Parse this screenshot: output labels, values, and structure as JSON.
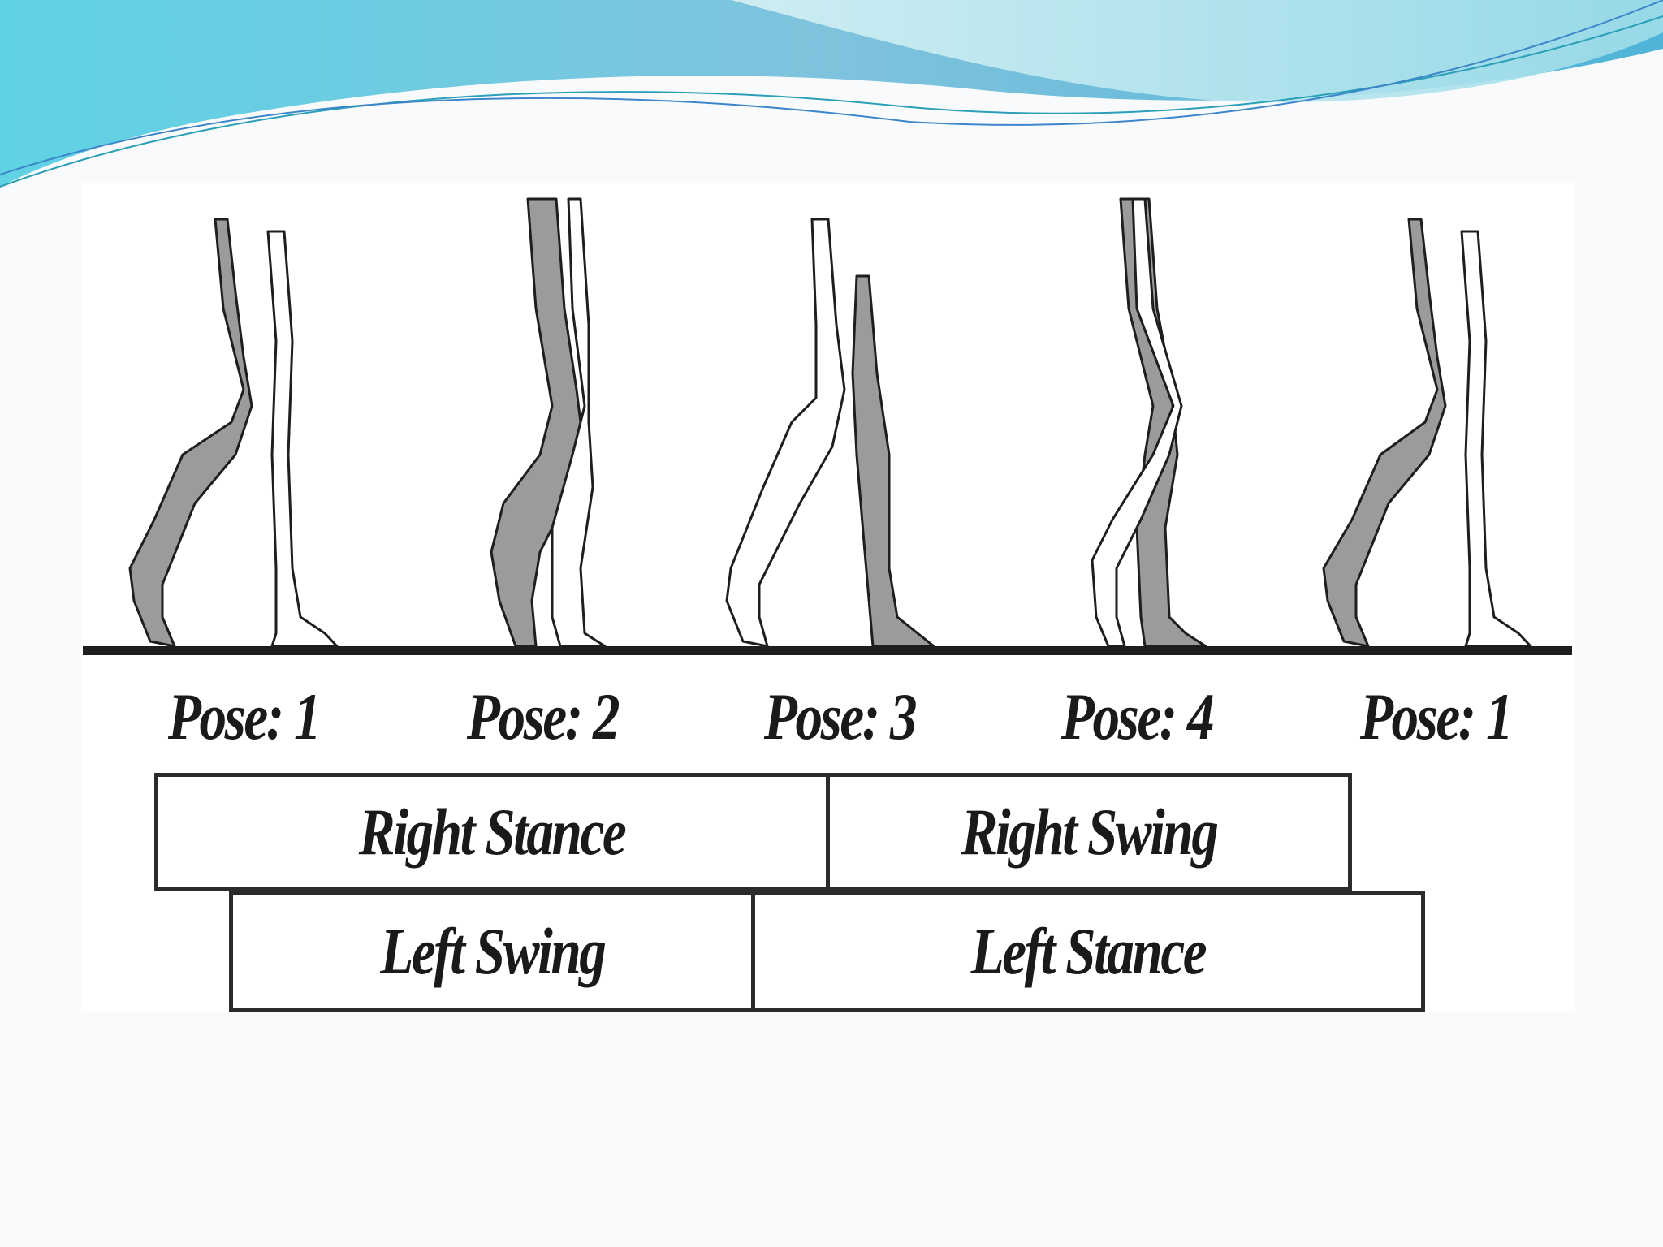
{
  "colors": {
    "wave_light": "#b7e6ee",
    "wave_mid": "#7fc7e0",
    "wave_dark": "#3aa8c9",
    "leg_shaded": "#9b9b9b",
    "ground": "#1e1e1e"
  },
  "poses": [
    {
      "label": "Pose: 1"
    },
    {
      "label": "Pose: 2"
    },
    {
      "label": "Pose: 3"
    },
    {
      "label": "Pose: 4"
    },
    {
      "label": "Pose: 1"
    }
  ],
  "phases": {
    "right_stance": "Right Stance",
    "right_swing": "Right Swing",
    "left_swing": "Left Swing",
    "left_stance": "Left Stance"
  }
}
